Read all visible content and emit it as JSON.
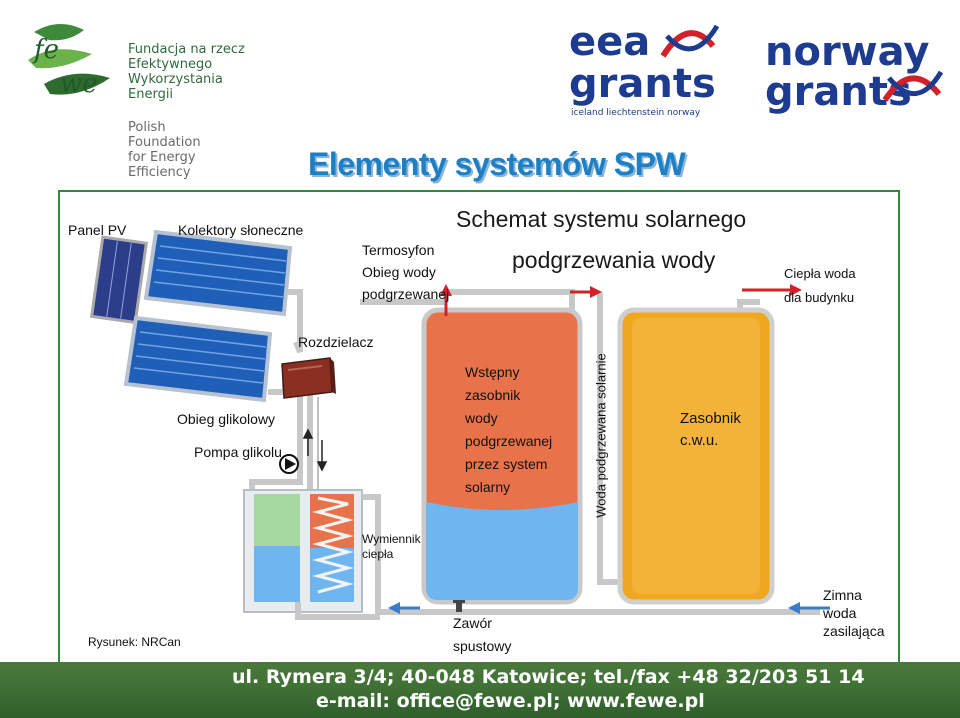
{
  "header": {
    "fewe_lines_pl": [
      "Fundacja na rzecz",
      "Efektywnego",
      "Wykorzystania",
      "Energii"
    ],
    "fewe_lines_en": [
      "Polish",
      "Foundation",
      "for Energy",
      "Efficiency"
    ],
    "eea_top": "eea",
    "eea_bottom": "grants",
    "eea_countries": "iceland liechtenstein norway",
    "norway_top": "norway",
    "norway_bottom": "grants"
  },
  "title": "Elementy systemów SPW",
  "diagram": {
    "schema_line1": "Schemat systemu solarnego",
    "schema_line2": "podgrzewania wody",
    "panel_pv": "Panel PV",
    "kolektory": "Kolektory słoneczne",
    "termosyfon": [
      "Termosyfon",
      "Obieg wody",
      "podgrzewanej"
    ],
    "ciepla_woda": [
      "Ciepła woda",
      "dla budynku"
    ],
    "rozdzielacz": "Rozdzielacz",
    "obieg_glikolowy": "Obieg glikolowy",
    "pompa_glikolu": "Pompa glikolu",
    "wymiennik": [
      "Wymiennik",
      "ciepła"
    ],
    "wstepny": [
      "Wstępny",
      "zasobnik",
      "wody",
      "podgrzewanej",
      "przez system",
      "solarny"
    ],
    "woda_solarnie": "Woda podgrzewana solarnie",
    "zasobnik_cwu": [
      "Zasobnik",
      "c.w.u."
    ],
    "zawor": [
      "Zawór",
      "spustowy"
    ],
    "zimna_woda": [
      "Zimna",
      "woda",
      "zasilająca"
    ],
    "rysunek": "Rysunek: NRCan"
  },
  "footer": {
    "line1": "ul. Rymera 3/4; 40-048 Katowice; tel./fax +48 32/203 51 14",
    "line2": "e-mail: office@fewe.pl; www.fewe.pl"
  },
  "colors": {
    "tank_orange": "#e8734a",
    "water_blue": "#6fb6f0",
    "tank2": "#f0a820",
    "frame_green": "#2f8a3e",
    "title_blue": "#1d7fc4"
  }
}
